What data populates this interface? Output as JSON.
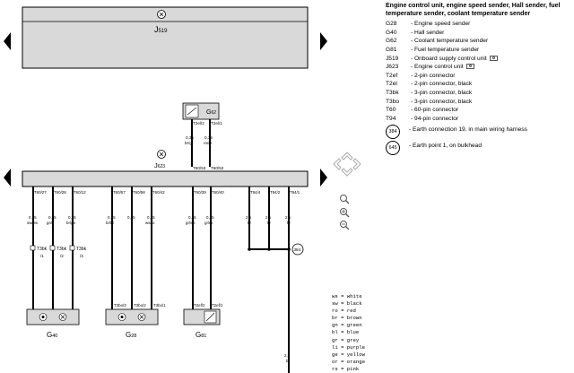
{
  "legend": {
    "title": "Engine control unit, engine speed sender, Hall sender, fuel temperature sender, coolant temperature sender",
    "items": [
      {
        "code": "G28",
        "desc": "Engine speed sender"
      },
      {
        "code": "G40",
        "desc": "Hall sender"
      },
      {
        "code": "G62",
        "desc": "Coolant temperature sender"
      },
      {
        "code": "G81",
        "desc": "Fuel temperature sender"
      },
      {
        "code": "J519",
        "desc": "Onboard supply control unit"
      },
      {
        "code": "J623",
        "desc": "Engine control unit"
      },
      {
        "code": "T2ef",
        "desc": "2-pin connector"
      },
      {
        "code": "T2el",
        "desc": "2-pin connector, black"
      },
      {
        "code": "T3bk",
        "desc": "3-pin connector, black"
      },
      {
        "code": "T3bo",
        "desc": "3-pin connector, black"
      },
      {
        "code": "T60",
        "desc": "60-pin connector"
      },
      {
        "code": "T94",
        "desc": "94-pin connector"
      }
    ],
    "circle_items": [
      {
        "code": "384",
        "desc": "Earth connection 19, in main wiring harness"
      },
      {
        "code": "645",
        "desc": "Earth point 1, on bulkhead"
      }
    ]
  },
  "components": {
    "j519": {
      "prefix": "J",
      "sub": "519"
    },
    "j623": {
      "prefix": "J",
      "sub": "623"
    },
    "g62": {
      "prefix": "G",
      "sub": "62"
    },
    "g40": {
      "prefix": "G",
      "sub": "40"
    },
    "g28": {
      "prefix": "G",
      "sub": "28"
    },
    "g81": {
      "prefix": "G",
      "sub": "81"
    }
  },
  "wires": {
    "g62": {
      "pins": [
        "T2el/2",
        "T2el/1"
      ],
      "gauge": [
        "0,35",
        "0,35"
      ],
      "color": [
        "br/gr",
        "ro/gr"
      ],
      "ecu_pins": [
        "T60/53",
        "T60/52"
      ]
    },
    "g40": {
      "pins": [
        "T60/27",
        "T60/28",
        "T60/12"
      ],
      "gauge": [
        "0,35",
        "0,35",
        "0,35"
      ],
      "color": [
        "sw/ws",
        "gn/li",
        "br/gn"
      ],
      "conn": [
        "T3bk",
        "T3bk",
        "T3bk"
      ],
      "conn_pin": [
        "/1",
        "/2",
        "/3"
      ]
    },
    "g28": {
      "pins": [
        "T60/57",
        "T60/58",
        "T60/42"
      ],
      "gauge": [
        "0,35",
        "0,35",
        "0,35"
      ],
      "color": [
        "br/bl",
        "li",
        "ws/ro"
      ],
      "bottom": [
        "T3bo/3",
        "T3bo/2",
        "T3bo/1"
      ]
    },
    "g81": {
      "pins": [
        "T60/39",
        "T60/40"
      ],
      "gauge": [
        "0,35",
        "0,35"
      ],
      "color": [
        "gr/ws",
        "gr/ro"
      ],
      "bottom": [
        "T2ef/2",
        "T2ef/1"
      ]
    },
    "earth": {
      "pins": [
        "T94/4",
        "T94/2",
        "T94/1"
      ],
      "gauge": [
        "2,5",
        "2,5",
        "2,5"
      ],
      "color": [
        "br",
        "br",
        "br"
      ],
      "splice": "384",
      "lower_gauge": "2,5",
      "lower_color": "br"
    }
  },
  "color_key": [
    "ws = white",
    "sw = black",
    "ro = red",
    "br = brown",
    "gn = green",
    "bl = blue",
    "gr = grey",
    "li = purple",
    "ge = yellow",
    "or = orange",
    "rs = pink"
  ]
}
